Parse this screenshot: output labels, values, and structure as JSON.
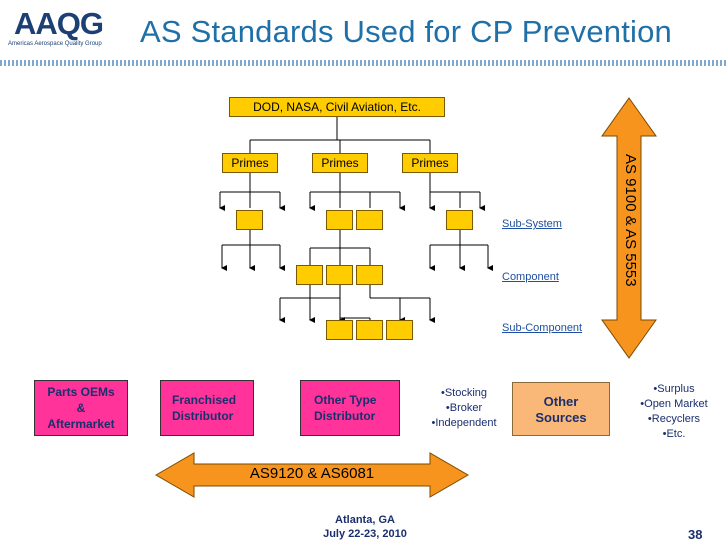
{
  "header": {
    "logo_text": "AAQG",
    "logo_subtitle": "Americas Aerospace Quality Group",
    "title": "AS Standards Used for CP Prevention"
  },
  "diagram": {
    "top_box": "DOD, NASA, Civil Aviation, Etc.",
    "primes": [
      "Primes",
      "Primes",
      "Primes"
    ],
    "level_labels": {
      "sub_system": "Sub-System",
      "component": "Component",
      "sub_component": "Sub-Component"
    },
    "vertical_arrow_label": "AS 9100 & AS 5553",
    "horizontal_arrow_label": "AS9120 & AS6081",
    "distribution": {
      "parts_oems": [
        "Parts OEMs",
        "&",
        "Aftermarket"
      ],
      "franchised": [
        "Franchised",
        "Distributor"
      ],
      "other_type": [
        "Other Type",
        "Distributor"
      ],
      "stocking_list": [
        "•Stocking",
        "•Broker",
        "•Independent"
      ],
      "other_sources": [
        "Other",
        "Sources"
      ],
      "surplus_list": [
        "•Surplus",
        "•Open Market",
        "•Recyclers",
        "•Etc."
      ]
    },
    "colors": {
      "yellow_box": "#ffcc00",
      "magenta_box": "#ff3399",
      "orange_arrow": "#f7941d",
      "other_sources_box": "#f9b878"
    }
  },
  "footer": {
    "location": "Atlanta, GA",
    "dates": "July 22-23, 2010",
    "page_number": "38"
  }
}
